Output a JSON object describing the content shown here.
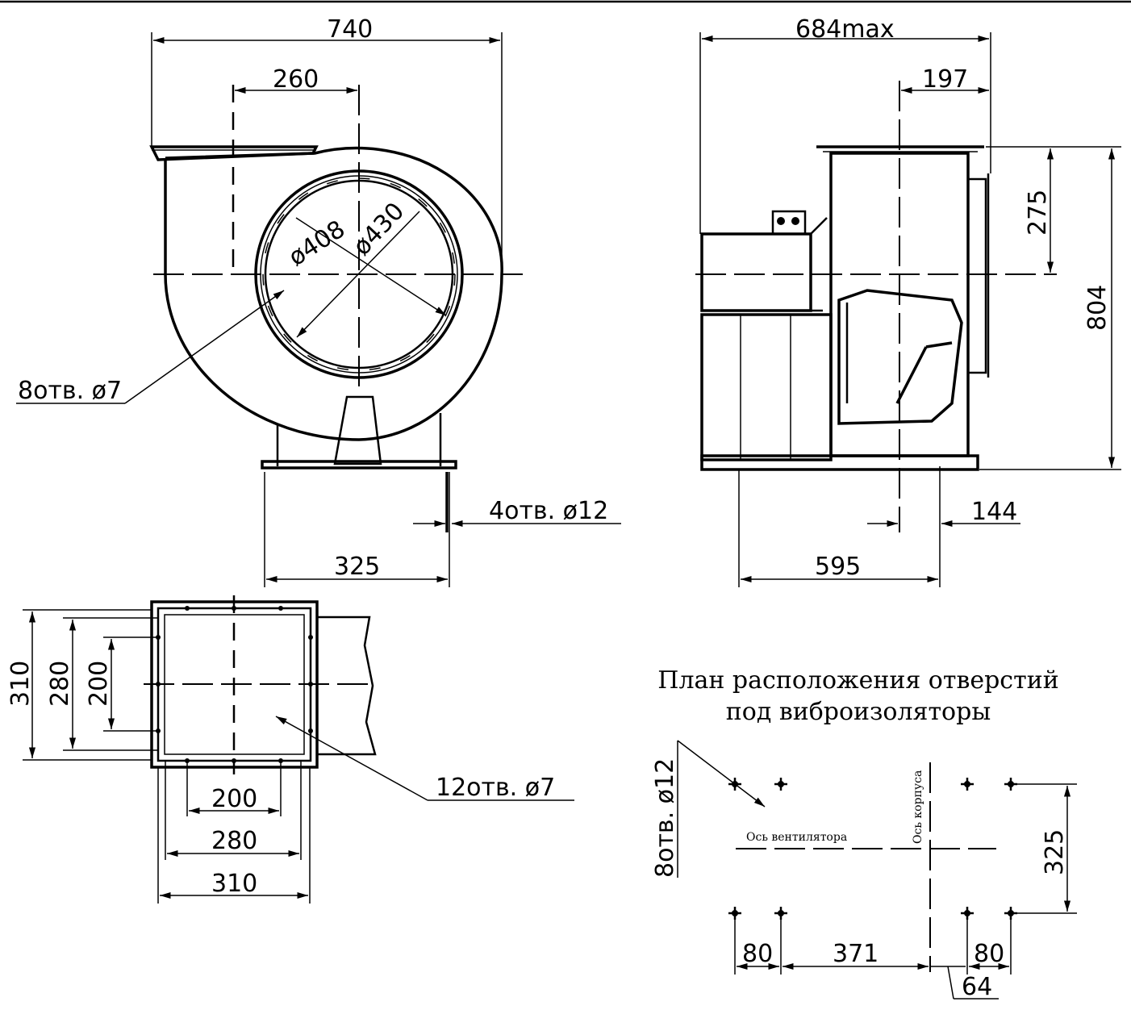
{
  "front_view": {
    "width_dim": "740",
    "inlet_offset_dim": "260",
    "dia_inner": "ø408",
    "dia_outer": "ø430",
    "holes_flange": "8отв. ø7",
    "holes_base": "4отв. ø12",
    "base_dim": "325"
  },
  "side_view": {
    "depth_dim": "684max",
    "offset_dim": "197",
    "axis_height_dim": "275",
    "total_height_dim": "804",
    "axis_offset_dim": "144",
    "base_length_dim": "595"
  },
  "outlet_view": {
    "h_outer": "310",
    "h_mid": "280",
    "h_inner": "200",
    "w_inner": "200",
    "w_mid": "280",
    "w_outer": "310",
    "holes": "12отв. ø7"
  },
  "hole_plan": {
    "title_line1": "План расположения отверстий",
    "title_line2": "под виброизоляторы",
    "holes": "8отв. ø12",
    "fan_axis": "Ось вентилятора",
    "body_axis": "Ось корпуса",
    "dim_y": "325",
    "dim_left": "80",
    "dim_mid": "371",
    "dim_right": "80",
    "dim_offset": "64"
  }
}
